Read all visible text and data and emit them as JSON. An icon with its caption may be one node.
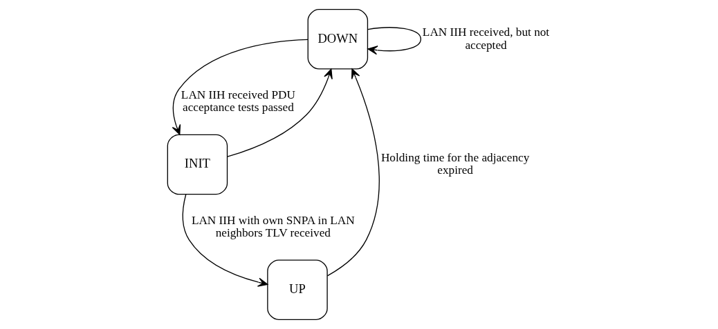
{
  "diagram": {
    "nodes": [
      {
        "text": [
          "DOWN"
        ]
      },
      {
        "text": [
          "INIT"
        ]
      },
      {
        "text": [
          "UP"
        ]
      }
    ],
    "edges": [
      {
        "from": 0,
        "to": 0,
        "arrow": "to",
        "label": "LAN IIH received, but not accepted"
      },
      {
        "from": 0,
        "to": 1,
        "arrow": "to",
        "label": "LAN IIH received PDU acceptance tests passed"
      },
      {
        "from": 1,
        "to": 0,
        "arrow": "to"
      },
      {
        "from": 1,
        "to": 2,
        "arrow": "to",
        "label": "LAN IIH with own SNPA in LAN neighbors TLV received"
      },
      {
        "from": 2,
        "to": 0,
        "arrow": "to",
        "label": "Holding time for the adjacency expired"
      }
    ]
  }
}
